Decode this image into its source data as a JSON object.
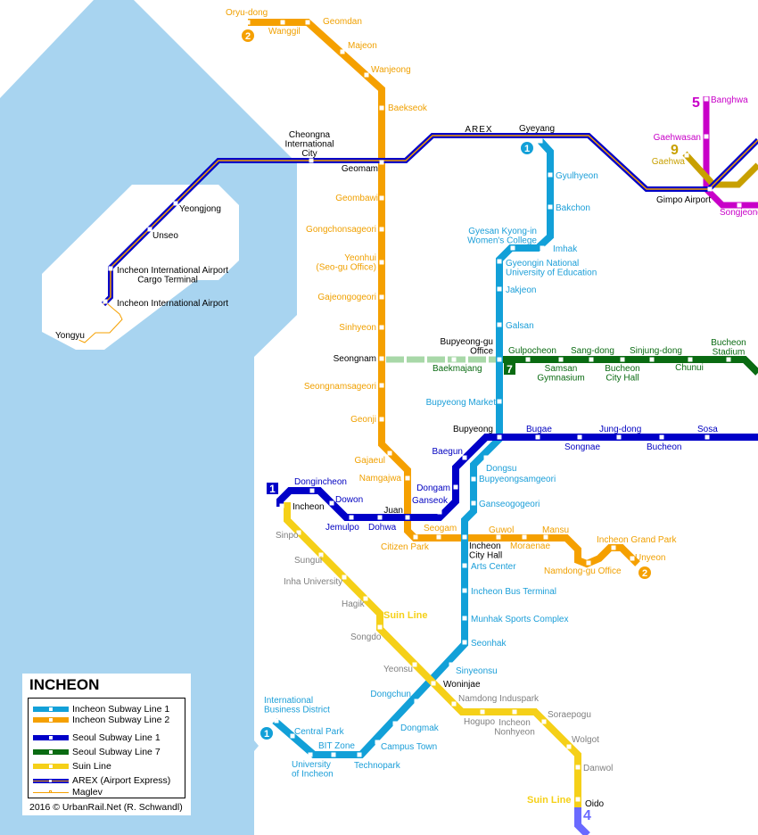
{
  "title": "INCHEON",
  "colors": {
    "sea": "#a8d4f0",
    "incheon1": "#12a0d8",
    "incheon2": "#f5a000",
    "seoul1": "#0000c8",
    "seoul7": "#0a6b12",
    "seoul7_construction": "#a8d8a8",
    "suin": "#f5d018",
    "arex_outer": "#0000c8",
    "arex_inner": "#f5a000",
    "line5": "#c800c8",
    "line9": "#c8a000",
    "line4": "#6a6aff",
    "suin_label": "#808080"
  },
  "legend": {
    "items": [
      {
        "label": "Incheon Subway Line 1",
        "color": "#12a0d8"
      },
      {
        "label": "Incheon Subway Line 2",
        "color": "#f5a000"
      },
      {
        "label": "Seoul Subway Line 1",
        "color": "#0000c8"
      },
      {
        "label": "Seoul Subway Line 7",
        "color": "#0a6b12"
      },
      {
        "label": "Suin Line",
        "color": "#f5d018"
      },
      {
        "label": "AREX (Airport Express)",
        "color": "#0000c8"
      },
      {
        "label": "Maglev",
        "color": "#f5a000"
      }
    ],
    "copyright": "2016 © UrbanRail.Net (R. Schwandl)"
  },
  "badges": {
    "line1_gyeyang": "1",
    "line1_ibd": "1",
    "line2_oryu": "2",
    "line2_unyeon": "2",
    "seoul1": "1",
    "seoul7": "7",
    "line5": "5",
    "line9": "9",
    "line4": "4",
    "suin_1": "Suin Line",
    "suin_2": "Suin Line",
    "arex": "AREX"
  },
  "stations": {
    "oryu_dong": "Oryu-dong",
    "wanggil": "Wanggil",
    "geomdan": "Geomdan",
    "majeon": "Majeon",
    "wanjeong": "Wanjeong",
    "baekseok": "Baekseok",
    "geomam": "Geomam",
    "geombawi": "Geombawi",
    "gongchonsageori": "Gongchonsageori",
    "yeonhui": [
      "Yeonhui",
      "(Seo-gu Office)"
    ],
    "gajeongogeori": "Gajeongogeori",
    "sinhyeon": "Sinhyeon",
    "seongnam": "Seongnam",
    "seongnamsageori": "Seongnamsageori",
    "geonji": "Geonji",
    "gajaeul": "Gajaeul",
    "namgajwa": "Namgajwa",
    "juan": "Juan",
    "citizen_park": "Citizen Park",
    "seogam": "Seogam",
    "incheon_city_hall": [
      "Incheon",
      "City Hall"
    ],
    "guwol": "Guwol",
    "moraenae": "Moraenae",
    "mansu": "Mansu",
    "namdong_gu_office": "Namdong-gu Office",
    "incheon_grand_park": "Incheon Grand Park",
    "unyeon": "Unyeon",
    "gyeyang": "Gyeyang",
    "gyulhyeon": "Gyulhyeon",
    "bakchon": "Bakchon",
    "gyesan": [
      "Gyesan Kyong-in",
      "Women's College"
    ],
    "imhak": "Imhak",
    "gyeongin_univ": [
      "Gyeongin National",
      "University of Education"
    ],
    "jakjeon": "Jakjeon",
    "galsan": "Galsan",
    "bupyeong_gu_office": [
      "Bupyeong-gu",
      "Office"
    ],
    "bupyeong_market": "Bupyeong Market",
    "bupyeong": "Bupyeong",
    "dongsu": "Dongsu",
    "bupyeongsamgeori": "Bupyeongsamgeori",
    "ganseogogeori": "Ganseogogeori",
    "arts_center": "Arts Center",
    "incheon_bus_terminal": "Incheon Bus Terminal",
    "munhak": "Munhak Sports Complex",
    "seonhak": "Seonhak",
    "sinyeonsu": "Sinyeonsu",
    "woninjae": "Woninjae",
    "dongchun": "Dongchun",
    "dongmak": "Dongmak",
    "campus_town": "Campus Town",
    "technopark": "Technopark",
    "univ_incheon": [
      "University",
      "of Incheon"
    ],
    "bit_zone": "BIT Zone",
    "central_park": "Central Park",
    "ibd": [
      "International",
      "Business District"
    ],
    "sosa": "Sosa",
    "bucheon": "Bucheon",
    "jung_dong": "Jung-dong",
    "songnae": "Songnae",
    "bugae": "Bugae",
    "baegun": "Baegun",
    "dongam": "Dongam",
    "ganseok": "Ganseok",
    "dohwa": "Dohwa",
    "jemulpo": "Jemulpo",
    "dowon": "Dowon",
    "dongincheon": "Dongincheon",
    "incheon": "Incheon",
    "gulpocheon": "Gulpocheon",
    "sang_dong": "Sang-dong",
    "sinjung_dong": "Sinjung-dong",
    "bucheon_stadium": [
      "Bucheon",
      "Stadium"
    ],
    "baekmajang": "Baekmajang",
    "samsan": [
      "Samsan",
      "Gymnasium"
    ],
    "bucheon_city_hall": [
      "Bucheon",
      "City Hall"
    ],
    "chunui": "Chunui",
    "sinpo": "Sinpo",
    "sungui": "Sungui",
    "inha_univ": "Inha University",
    "hagik": "Hagik",
    "songdo": "Songdo",
    "yeonsu": "Yeonsu",
    "namdong_induspark": "Namdong Induspark",
    "hogupo": "Hogupo",
    "incheon_nonhyeon": [
      "Incheon",
      "Nonhyeon"
    ],
    "soraepogu": "Soraepogu",
    "wolgot": "Wolgot",
    "danwol": "Danwol",
    "oido": "Oido",
    "airport": "Incheon International Airport",
    "cargo": [
      "Incheon International Airport",
      "Cargo Terminal"
    ],
    "unseo": "Unseo",
    "yeongjong": "Yeongjong",
    "cheongna": [
      "Cheongna",
      "International",
      "City"
    ],
    "gimpo_airport": "Gimpo Airport",
    "yongyu": "Yongyu",
    "banghwa": "Banghwa",
    "gaehwasan": "Gaehwasan",
    "songjeong": "Songjeong",
    "gaehwa": "Gaehwa"
  }
}
